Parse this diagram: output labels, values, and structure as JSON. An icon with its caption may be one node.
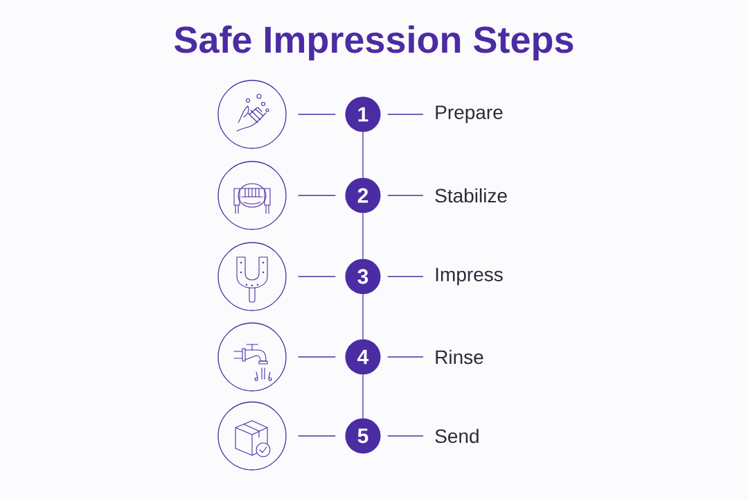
{
  "diagram": {
    "title": "Safe Impression Steps",
    "nodes": [
      {
        "text": [],
        "shape": "circle"
      },
      {
        "text": [
          "1"
        ]
      },
      {
        "text": [
          "Prepare"
        ]
      },
      {
        "text": [],
        "shape": "circle"
      },
      {
        "text": [
          "2"
        ]
      },
      {
        "text": [
          "Stabilize"
        ]
      },
      {
        "text": [],
        "shape": "circle"
      },
      {
        "text": [
          "3"
        ]
      },
      {
        "text": [
          "Impress"
        ]
      },
      {
        "text": [],
        "shape": "circle"
      },
      {
        "text": [
          "4"
        ]
      },
      {
        "text": [
          "Rinse"
        ]
      },
      {
        "text": [],
        "shape": "circle"
      },
      {
        "text": [
          "5"
        ]
      },
      {
        "text": [
          "Send"
        ]
      }
    ],
    "edges": [
      {
        "from": 0,
        "to": 1,
        "arrow": "none"
      },
      {
        "from": 1,
        "to": 2,
        "arrow": "none"
      },
      {
        "from": 1,
        "to": 4,
        "arrow": "none"
      },
      {
        "from": 3,
        "to": 4,
        "arrow": "none"
      },
      {
        "from": 4,
        "to": 5,
        "arrow": "none"
      },
      {
        "from": 4,
        "to": 7,
        "arrow": "none"
      },
      {
        "from": 6,
        "to": 7,
        "arrow": "none"
      },
      {
        "from": 7,
        "to": 8,
        "arrow": "none"
      },
      {
        "from": 7,
        "to": 10,
        "arrow": "none"
      },
      {
        "from": 9,
        "to": 10,
        "arrow": "none"
      },
      {
        "from": 10,
        "to": 11,
        "arrow": "none"
      },
      {
        "from": 10,
        "to": 13,
        "arrow": "none"
      },
      {
        "from": 12,
        "to": 13,
        "arrow": "none"
      },
      {
        "from": 13,
        "to": 14,
        "arrow": "none"
      }
    ]
  }
}
